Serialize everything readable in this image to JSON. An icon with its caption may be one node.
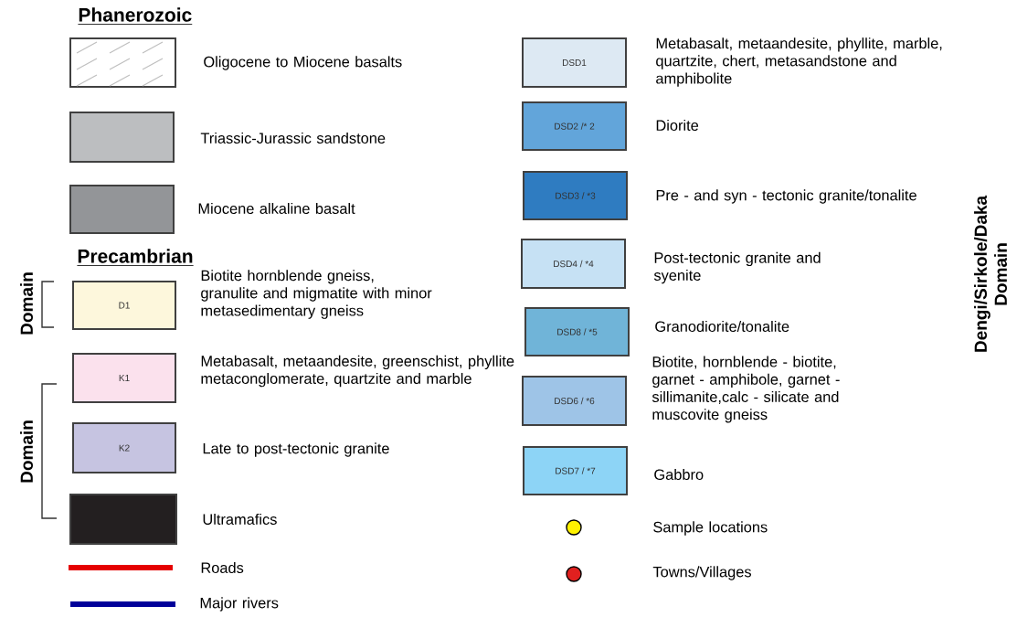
{
  "diagram": {
    "labels": [
      "Phanerozoic",
      "Precambrian",
      "Domain",
      "Domain",
      "D1",
      "K1",
      "K2",
      "DSD1",
      "DSD2 /* 2",
      "DSD3 / *3",
      "DSD4 / *4",
      "DSD8 / *5",
      "DSD6 / *6",
      "DSD7 / *7",
      "Dengi/Sirkole/Daka Domain"
    ],
    "legend": [
      {
        "text": "Oligocene to Miocene basalts"
      },
      {
        "text": "Triassic-Jurassic sandstone",
        "color": "#bcbec0"
      },
      {
        "text": "Miocene alkaline basalt",
        "color": "#939598"
      },
      {
        "text": "Biotite hornblende gneiss, granulite and migmatite with minor metasedimentary gneiss",
        "color": "#fdf7dc"
      },
      {
        "text": "Metabasalt, metaandesite, greenschist, phyllite metaconglomerate, quartzite and marble",
        "color": "#fbe1ed"
      },
      {
        "text": "Late to post-tectonic granite",
        "color": "#c6c4e1"
      },
      {
        "text": "Ultramafics",
        "color": "#231f20"
      },
      {
        "text": "Roads"
      },
      {
        "text": "Major rivers"
      },
      {
        "text": "Metabasalt, metaandesite, phyllite, marble, quartzite, chert, metasandstone and amphibolite",
        "color": "#dde9f3"
      },
      {
        "text": "Diorite",
        "color": "#62a5da"
      },
      {
        "text": "Pre - and syn - tectonic granite/tonalite",
        "color": "#2f7cc1"
      },
      {
        "text": "Post-tectonic granite and syenite",
        "color": "#c6e1f4"
      },
      {
        "text": "Granodiorite/tonalite",
        "color": "#70b4d8"
      },
      {
        "text": "Biotite, hornblende - biotite, garnet - amphibole, garnet - sillimanite,calc - silicate and muscovite gneiss",
        "color": "#9ec4e7"
      },
      {
        "text": "Gabbro",
        "color": "#8dd4f6"
      },
      {
        "text": "Sample locations",
        "color": "#fff200"
      },
      {
        "text": "Towns/Villages",
        "color": "#e0201f"
      }
    ]
  }
}
